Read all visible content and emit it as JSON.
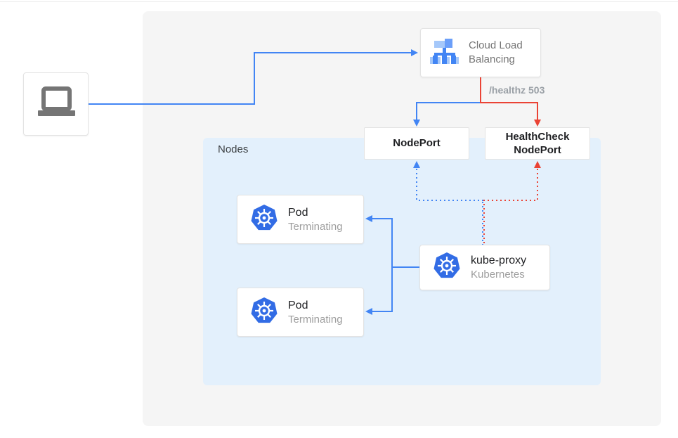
{
  "diagram": {
    "nodes_panel_label": "Nodes",
    "cloud_load_balancing": {
      "title": "Cloud Load Balancing"
    },
    "healthz_label": "/healthz 503",
    "nodeport": {
      "label": "NodePort"
    },
    "healthcheck_nodeport": {
      "label": "HealthCheck NodePort"
    },
    "pods": [
      {
        "title": "Pod",
        "subtitle": "Terminating"
      },
      {
        "title": "Pod",
        "subtitle": "Terminating"
      }
    ],
    "kube_proxy": {
      "title": "kube-proxy",
      "subtitle": "Kubernetes"
    },
    "icons": {
      "client": "laptop-icon",
      "load_balancer": "load-balancer-icon",
      "kubernetes": "kubernetes-helm-icon"
    },
    "colors": {
      "traffic_blue": "#4285f4",
      "health_red": "#ea4335",
      "nodes_panel_bg": "#e3f0fc",
      "outer_panel_bg": "#f5f5f5",
      "kubernetes_blue": "#326ce5",
      "icon_gray": "#757575",
      "muted_text": "#9e9e9e",
      "dark_text": "#202124"
    }
  }
}
